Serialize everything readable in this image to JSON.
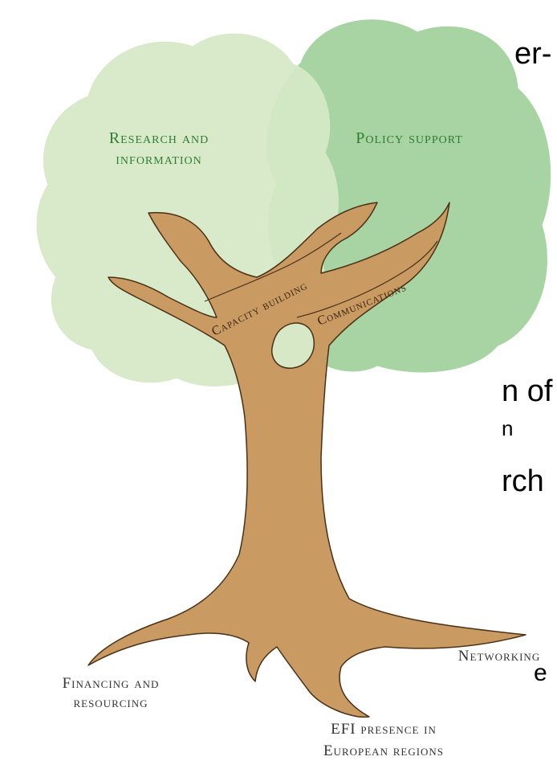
{
  "background_text": {
    "fragment_1": "er-",
    "fragment_2": "n of",
    "fragment_3": "n",
    "fragment_4": "rch",
    "fragment_5": "e"
  },
  "canopy": {
    "left_label_line1": "Research and",
    "left_label_line2": "information",
    "right_label": "Policy support",
    "left_color": "#d6e8c6",
    "right_color": "#a7d4a2",
    "label_color": "#2e7d32"
  },
  "branches": {
    "left_branch_label": "Capacity building",
    "right_branch_label": "Communications"
  },
  "roots": {
    "left_label_line1": "Financing and",
    "left_label_line2": "resourcing",
    "center_label_line1": "EFI presence in",
    "center_label_line2": "European regions",
    "right_label": "Networking"
  },
  "colors": {
    "trunk": "#c99a62",
    "trunk_outline": "#4a3016",
    "root_label": "#333333"
  }
}
